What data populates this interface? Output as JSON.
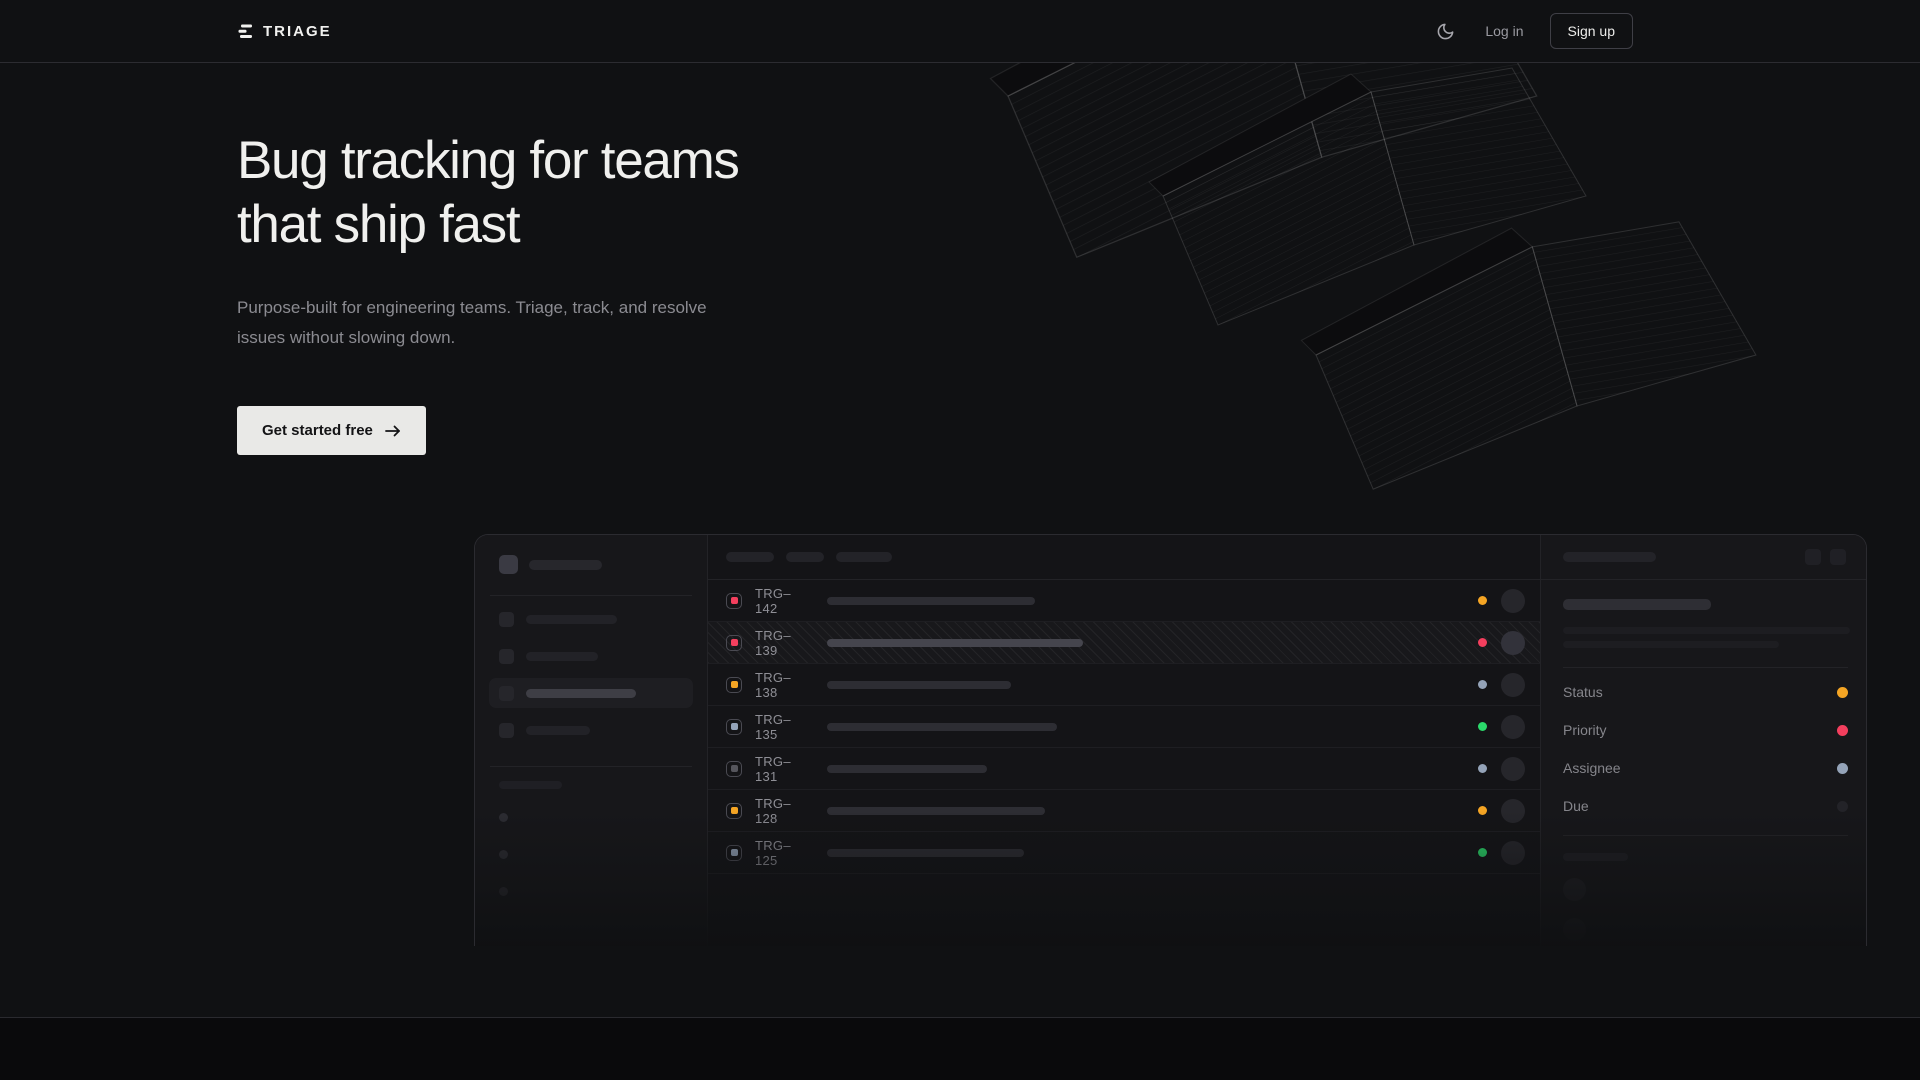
{
  "colors": {
    "amber": "#f5a524",
    "pink": "#f43f5e",
    "green": "#2bd96b",
    "slate": "#94a3b8",
    "muted": "#55555c",
    "dim": "#232328"
  },
  "nav": {
    "brand": "TRIAGE",
    "log_in": "Log in",
    "sign_up": "Sign up"
  },
  "hero": {
    "title_line1": "Bug tracking for teams",
    "title_line2": "that ship fast",
    "subtitle": "Purpose-built for engineering teams. Triage, track, and resolve issues without slowing down.",
    "cta": "Get started free"
  },
  "app": {
    "list": {
      "rows": [
        {
          "id": "TRG–142",
          "icon_color": "pink",
          "status_color": "amber",
          "title_width": 208,
          "selected": false
        },
        {
          "id": "TRG–139",
          "icon_color": "pink",
          "status_color": "pink",
          "title_width": 256,
          "selected": true
        },
        {
          "id": "TRG–138",
          "icon_color": "amber",
          "status_color": "slate",
          "title_width": 184,
          "selected": false
        },
        {
          "id": "TRG–135",
          "icon_color": "slate",
          "status_color": "green",
          "title_width": 230,
          "selected": false
        },
        {
          "id": "TRG–131",
          "icon_color": "muted",
          "status_color": "slate",
          "title_width": 160,
          "selected": false
        },
        {
          "id": "TRG–128",
          "icon_color": "amber",
          "status_color": "amber",
          "title_width": 218,
          "selected": false
        },
        {
          "id": "TRG–125",
          "icon_color": "slate",
          "status_color": "green",
          "title_width": 197,
          "selected": false
        }
      ]
    },
    "detail": {
      "fields": [
        {
          "label": "Status",
          "dot_color": "amber"
        },
        {
          "label": "Priority",
          "dot_color": "pink"
        },
        {
          "label": "Assignee",
          "dot_color": "slate"
        },
        {
          "label": "Due",
          "dot_color": "dim"
        }
      ]
    }
  }
}
